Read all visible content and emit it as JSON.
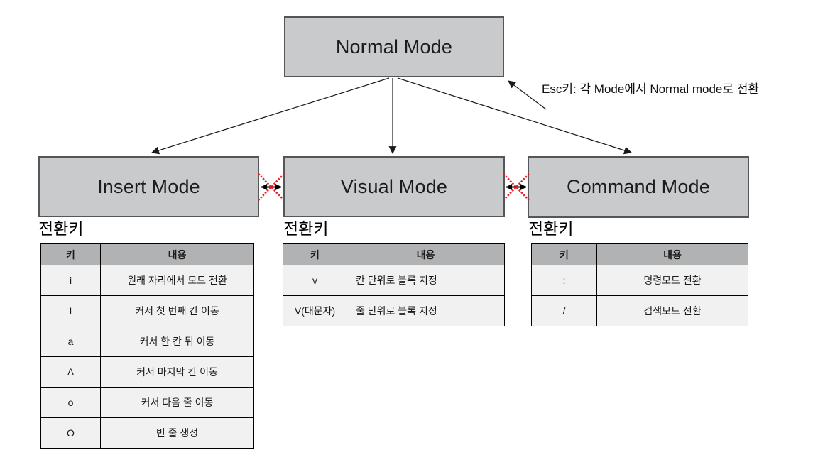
{
  "colors": {
    "box_fill": "#c9cacb",
    "box_border": "#55565a",
    "table_header_fill": "#b1b2b4",
    "table_row_fill": "#f1f1f2",
    "blocked_x_red": "#e62129",
    "arrow_black": "#1a1a1a"
  },
  "diagram": {
    "normal_mode_label": "Normal Mode",
    "insert_mode_label": "Insert Mode",
    "visual_mode_label": "Visual Mode",
    "command_mode_label": "Command Mode",
    "esc_note": "Esc키: 각 Mode에서 Normal mode로 전환",
    "switch_key_heading": "전환키"
  },
  "table_headers": {
    "key": "키",
    "desc": "내용"
  },
  "tables": {
    "insert": {
      "rows": [
        {
          "key": "i",
          "desc": "원래 자리에서 모드 전환"
        },
        {
          "key": "I",
          "desc": "커서 첫 번째 칸 이동"
        },
        {
          "key": "a",
          "desc": "커서 한 칸 뒤 이동"
        },
        {
          "key": "A",
          "desc": "커서 마지막 칸 이동"
        },
        {
          "key": "o",
          "desc": "커서 다음 줄 이동"
        },
        {
          "key": "O",
          "desc": "빈 줄 생성"
        }
      ]
    },
    "visual": {
      "rows": [
        {
          "key": "v",
          "desc": "칸 단위로 블록 지정"
        },
        {
          "key": "V(대문자)",
          "desc": "줄 단위로 블록 지정"
        }
      ]
    },
    "command": {
      "rows": [
        {
          "key": ":",
          "desc": "명령모드 전환"
        },
        {
          "key": "/",
          "desc": "검색모드 전환"
        }
      ]
    }
  }
}
